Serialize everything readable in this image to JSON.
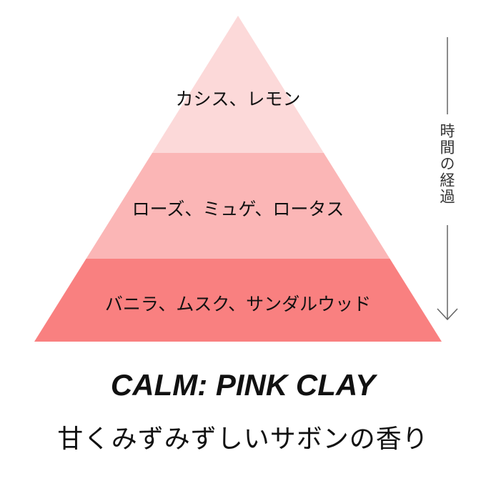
{
  "pyramid": {
    "tiers": [
      {
        "label": "カシス、レモン",
        "color": "#fcd9d9"
      },
      {
        "label": "ローズ、ミュゲ、ロータス",
        "color": "#fbb6b6"
      },
      {
        "label": "バニラ、ムスク、サンダルウッド",
        "color": "#f98080"
      }
    ]
  },
  "time_axis": {
    "label": "時間の経過",
    "icon": "arrow-down-icon",
    "color": "#666666"
  },
  "title": "CALM: PINK CLAY",
  "subtitle": "甘くみずみずしいサボンの香り"
}
